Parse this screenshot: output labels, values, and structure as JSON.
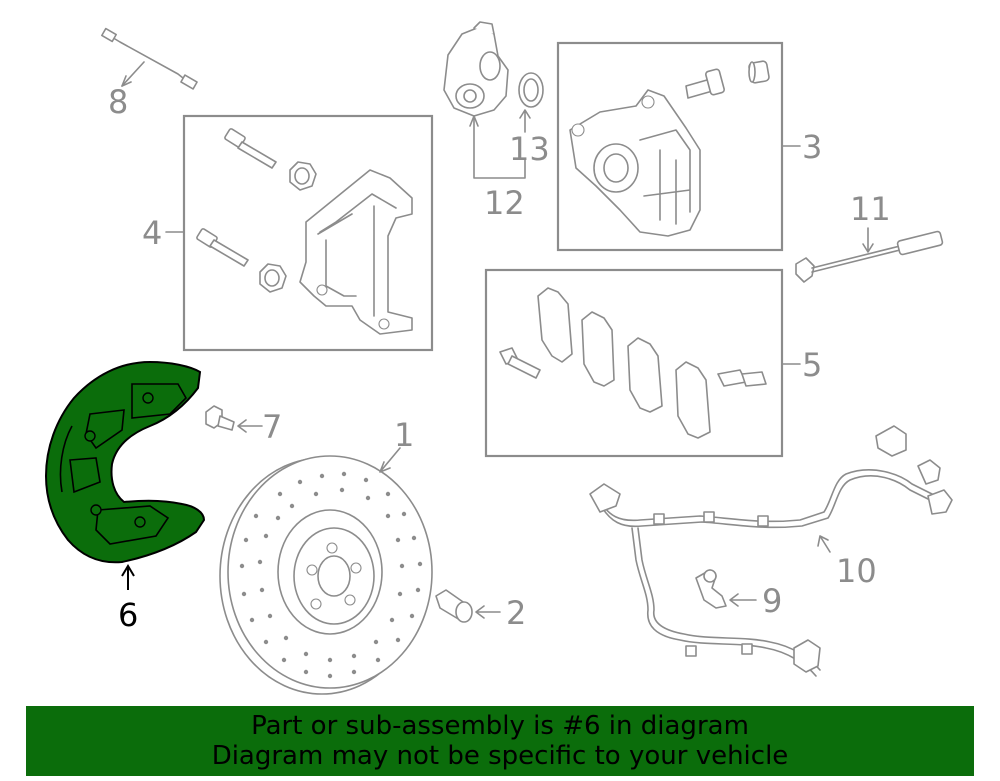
{
  "colors": {
    "highlight": "#0b6d0b",
    "line": "#8c8c8c",
    "banner": "#0b6d0b"
  },
  "callouts": {
    "c1": "1",
    "c2": "2",
    "c3": "3",
    "c4": "4",
    "c5": "5",
    "c6": "6",
    "c7": "7",
    "c8": "8",
    "c9": "9",
    "c10": "10",
    "c11": "11",
    "c12": "12",
    "c13": "13"
  },
  "highlighted_part": "6",
  "banner": {
    "line1": "Part or sub-assembly is #6 in diagram",
    "line2": "Diagram may not be specific to your vehicle"
  }
}
